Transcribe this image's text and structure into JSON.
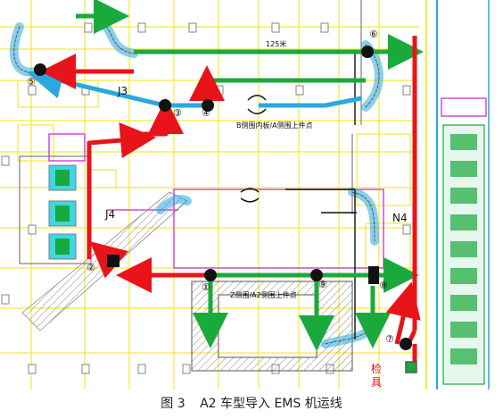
{
  "caption": {
    "figure_no": "图 3",
    "title": "A2 车型导入 EMS 机运线"
  },
  "labels": {
    "j3": "J3",
    "j4": "J4",
    "n4": "N4",
    "b_side": "B侧围内板/A侧围上件点",
    "z_side": "Z侧围/A2侧围上件点",
    "dim": "125米",
    "inspect_1": "检",
    "inspect_2": "具"
  },
  "nodes": [
    "①",
    "②",
    "③",
    "④",
    "⑤",
    "⑥",
    "⑦",
    "⑧",
    "⑨"
  ],
  "colors": {
    "red": "#e8141a",
    "green": "#1aaa3c",
    "blue": "#2aa8e0",
    "yellow": "#f3ea3b",
    "magenta": "#d24ad8",
    "cyan": "#3fd6e6",
    "gray": "#7d7d7d",
    "black": "#111111"
  }
}
